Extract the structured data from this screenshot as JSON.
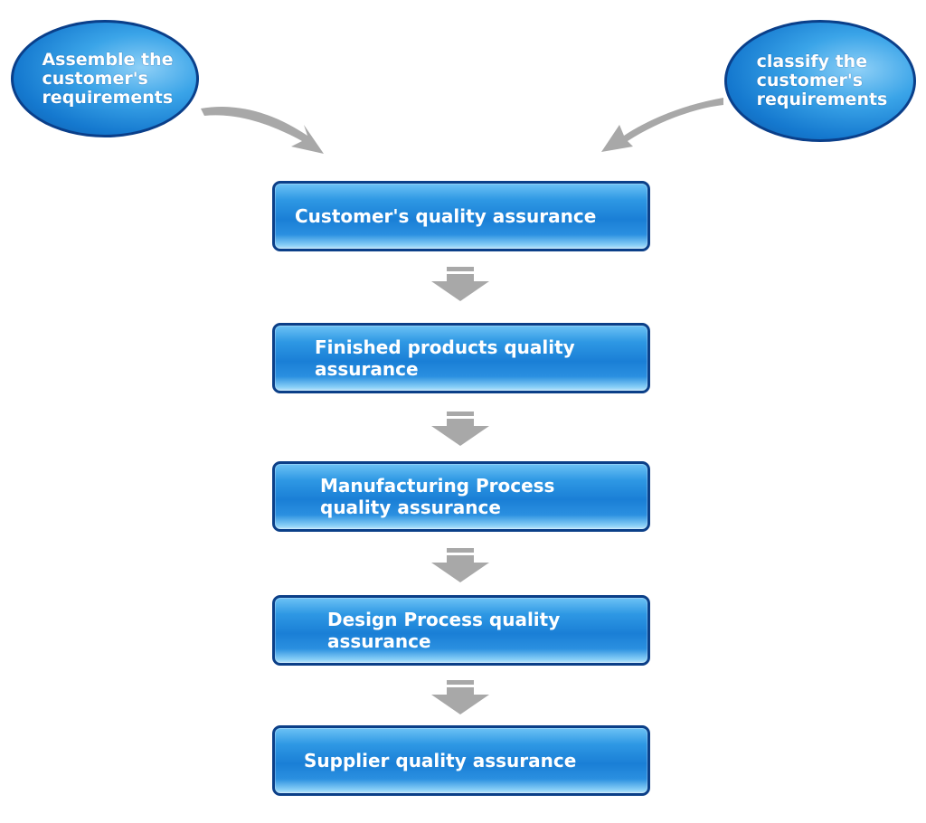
{
  "diagram": {
    "inputs": [
      {
        "label": "Assemble the\ncustomer's\nrequirements"
      },
      {
        "label": "classify the\ncustomer's\nrequirements"
      }
    ],
    "steps": [
      {
        "label": "Customer's quality assurance"
      },
      {
        "label": "Finished products quality\nassurance"
      },
      {
        "label": "Manufacturing Process\nquality assurance"
      },
      {
        "label": "Design Process quality\nassurance"
      },
      {
        "label": "Supplier quality assurance"
      }
    ],
    "colors": {
      "box_fill": "#1a7fd6",
      "box_border": "#0b3f88",
      "arrow": "#a8a8a8",
      "text": "#ffffff"
    }
  }
}
